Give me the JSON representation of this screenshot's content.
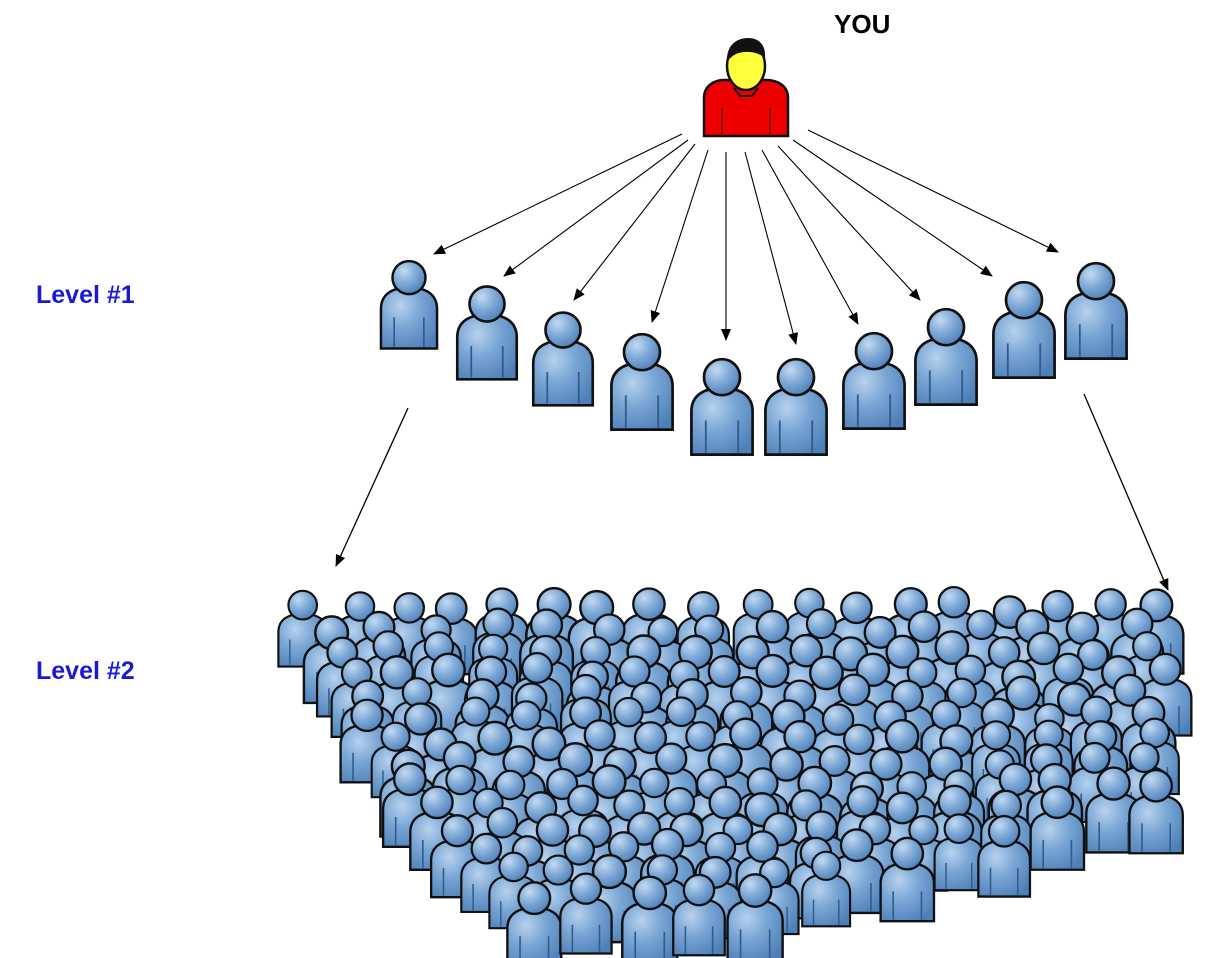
{
  "labels": {
    "you": "YOU",
    "level1": "Level  #1",
    "level2": "Level  #2"
  },
  "colors": {
    "level_label": "#1a1ad6",
    "you_label": "#000000",
    "person_blue": "#6f9ccd",
    "person_blue_light": "#a9c7e6",
    "person_outline": "#111111",
    "you_shirt": "#ee0000",
    "you_face": "#ffff3c",
    "you_hair": "#111111"
  },
  "icons": {
    "you": "red-person-icon",
    "member": "blue-person-icon"
  },
  "counts": {
    "level1_people": 10
  }
}
